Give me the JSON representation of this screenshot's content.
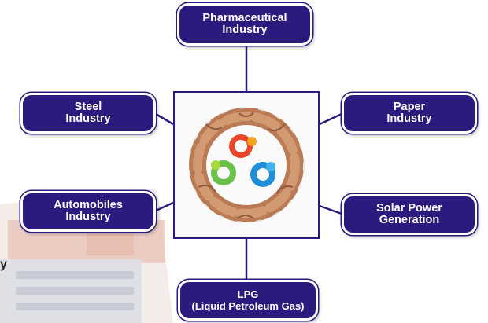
{
  "diagram": {
    "center_image": "hands-circle-logo",
    "nodes": {
      "pharma": {
        "lines": [
          "Pharmaceutical",
          "Industry"
        ]
      },
      "steel": {
        "lines": [
          "Steel",
          "Industry"
        ]
      },
      "paper": {
        "lines": [
          "Paper",
          "Industry"
        ]
      },
      "auto": {
        "lines": [
          "Automobiles",
          "Industry"
        ]
      },
      "solar": {
        "lines": [
          "Solar Power",
          "Generation"
        ]
      },
      "lpg": {
        "lines": [
          "LPG",
          "(Liquid Petroleum Gas)"
        ]
      }
    },
    "stray_text": "y"
  },
  "colors": {
    "node_fill": "#2c1a7e",
    "node_border": "#ffffff",
    "connector": "#2c1a7e",
    "logo_red": "#e8462a",
    "logo_orange": "#f6a11a",
    "logo_green": "#6cc04a",
    "logo_blue": "#1e8fd8"
  }
}
